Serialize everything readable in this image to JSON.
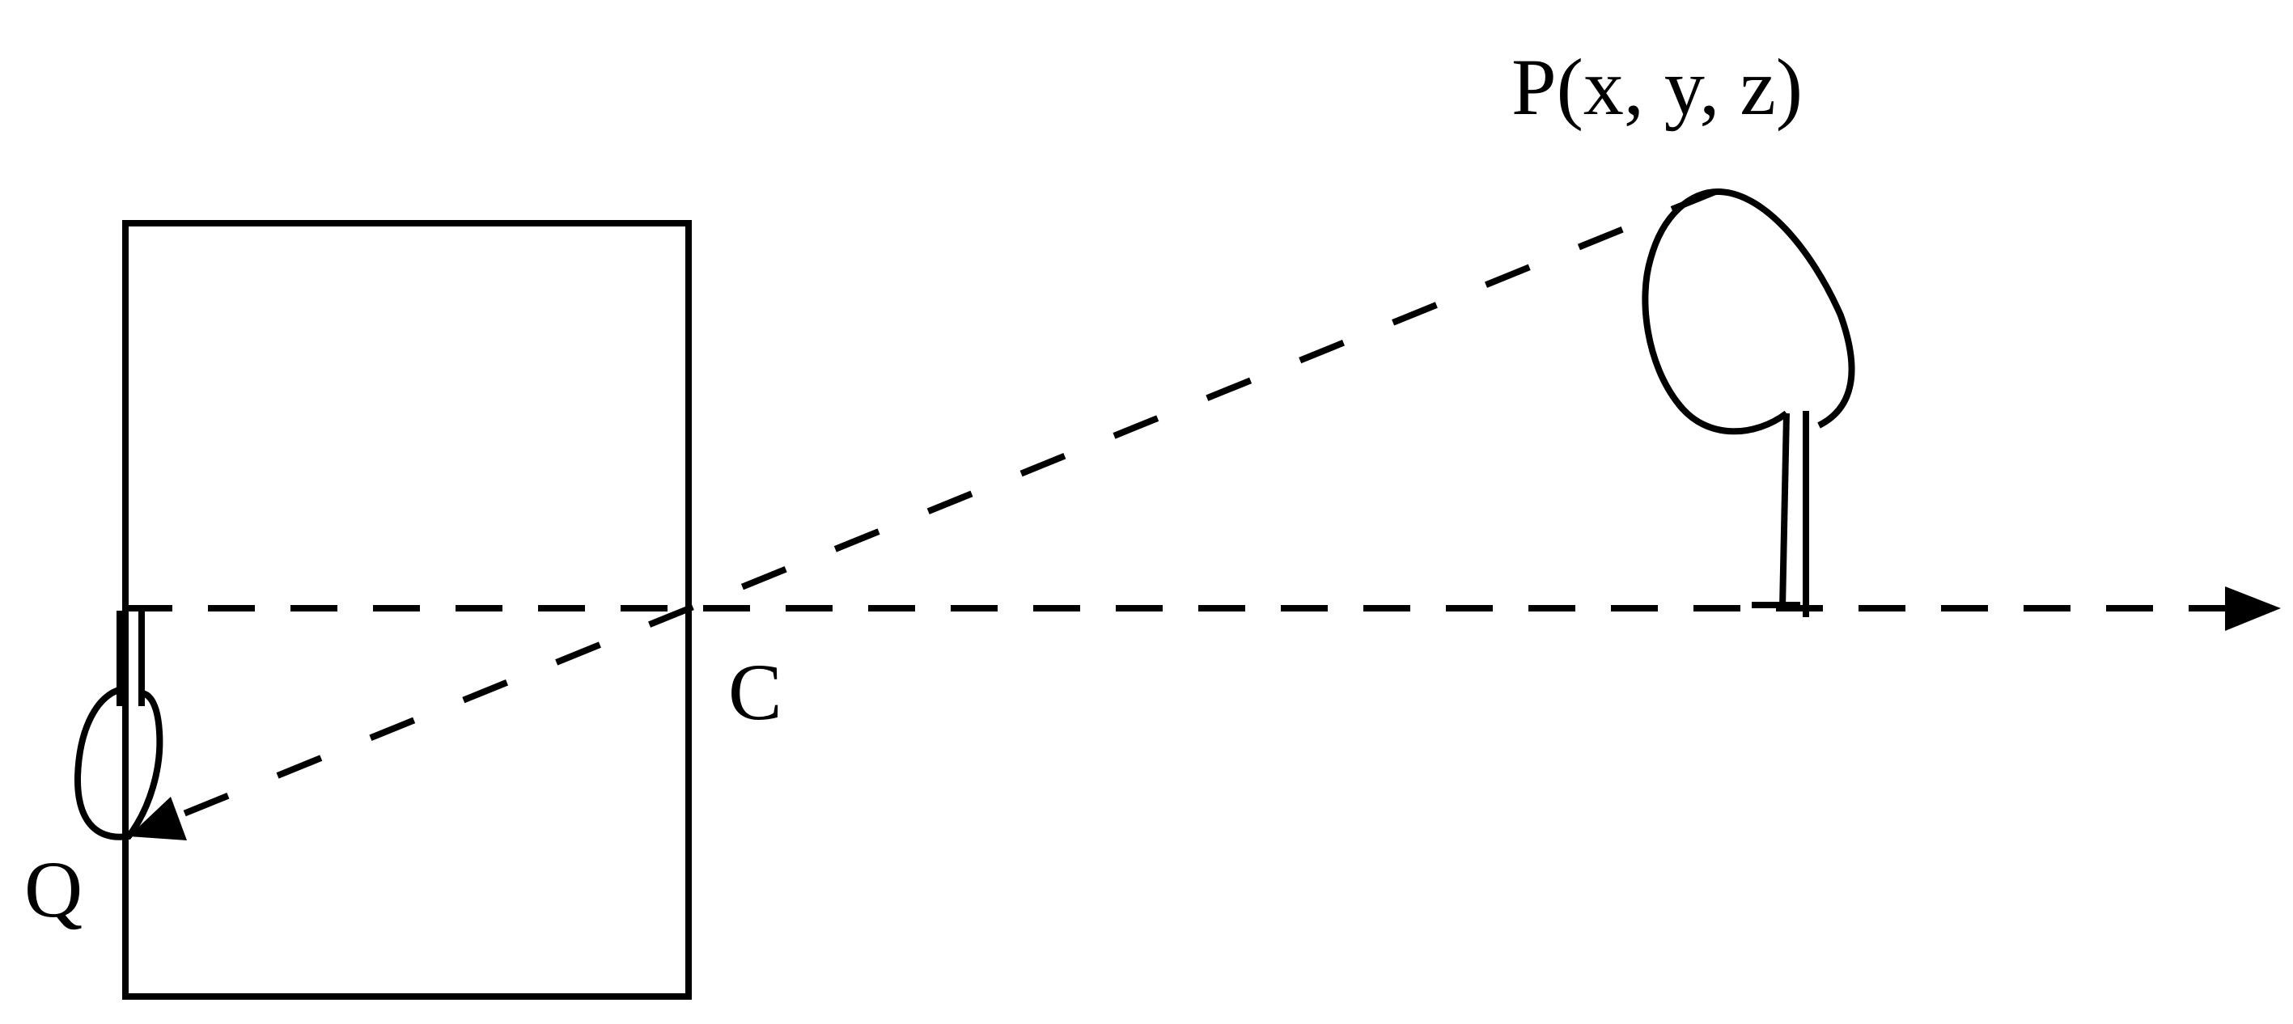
{
  "labels": {
    "point_p": "P(x, y, z)",
    "center_c": "C",
    "image_q": "Q"
  },
  "colors": {
    "stroke": "#000000",
    "background": "#ffffff"
  }
}
